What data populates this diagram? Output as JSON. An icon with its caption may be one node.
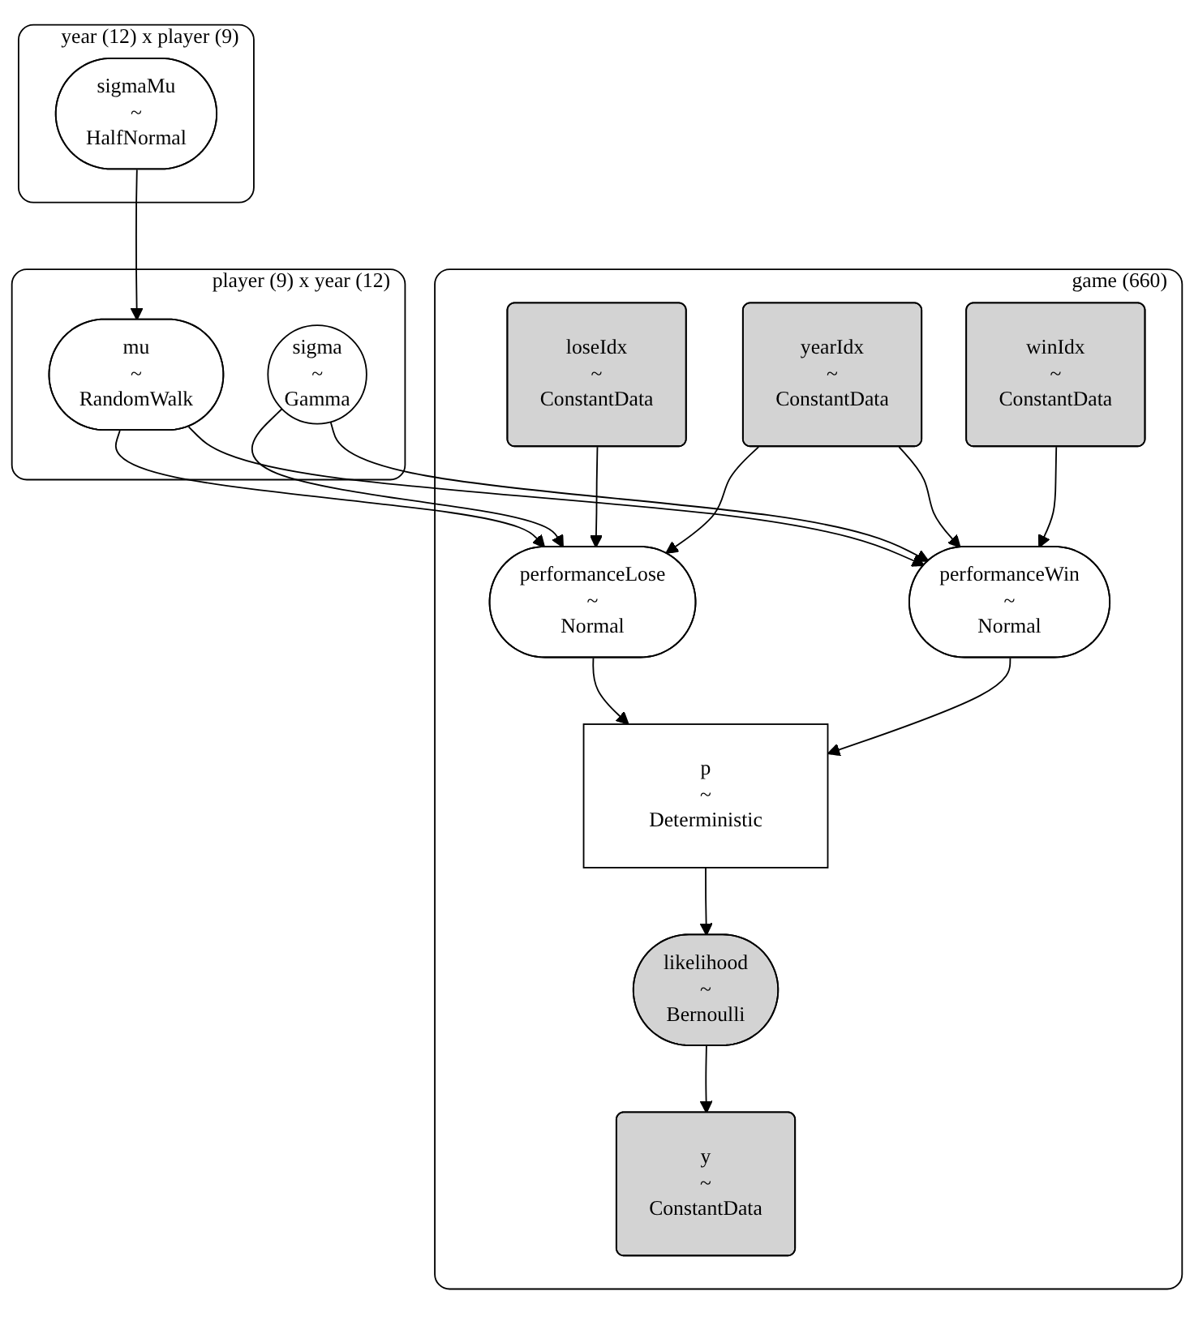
{
  "diagram": {
    "nodes": [
      {
        "text": [
          "year (12) x player (9)"
        ]
      },
      {
        "text": [
          "sigmaMu",
          "~",
          "HalfNormal"
        ],
        "in": 0
      },
      {
        "text": [
          "player (9) x year (12)"
        ]
      },
      {
        "text": [
          "mu",
          "~",
          "RandomWalk"
        ],
        "in": 2
      },
      {
        "text": [
          "sigma",
          "~",
          "Gamma"
        ],
        "in": 2
      },
      {
        "text": [
          "game (660)"
        ]
      },
      {
        "text": [
          "loseIdx",
          "~",
          "ConstantData"
        ],
        "in": 5
      },
      {
        "text": [
          "yearIdx",
          "~",
          "ConstantData"
        ],
        "in": 5
      },
      {
        "text": [
          "winIdx",
          "~",
          "ConstantData"
        ],
        "in": 5
      },
      {
        "text": [
          "performanceLose",
          "~",
          "Normal"
        ],
        "in": 5
      },
      {
        "text": [
          "performanceWin",
          "~",
          "Normal"
        ],
        "in": 5
      },
      {
        "text": [
          "p",
          "~",
          "Deterministic"
        ],
        "in": 5
      },
      {
        "text": [
          "likelihood",
          "~",
          "Bernoulli"
        ],
        "in": 5
      },
      {
        "text": [
          "y",
          "~",
          "ConstantData"
        ],
        "in": 5
      }
    ],
    "edges": [
      {
        "from": 1,
        "to": 3,
        "arrow": "to"
      },
      {
        "from": 3,
        "to": 9,
        "arrow": "to"
      },
      {
        "from": 3,
        "to": 10,
        "arrow": "to"
      },
      {
        "from": 4,
        "to": 9,
        "arrow": "to"
      },
      {
        "from": 4,
        "to": 10,
        "arrow": "to"
      },
      {
        "from": 6,
        "to": 9,
        "arrow": "to"
      },
      {
        "from": 7,
        "to": 9,
        "arrow": "to"
      },
      {
        "from": 7,
        "to": 10,
        "arrow": "to"
      },
      {
        "from": 8,
        "to": 10,
        "arrow": "to"
      },
      {
        "from": 9,
        "to": 11,
        "arrow": "to"
      },
      {
        "from": 10,
        "to": 11,
        "arrow": "to"
      },
      {
        "from": 11,
        "to": 12,
        "arrow": "to"
      },
      {
        "from": 12,
        "to": 13,
        "arrow": "to"
      }
    ]
  }
}
